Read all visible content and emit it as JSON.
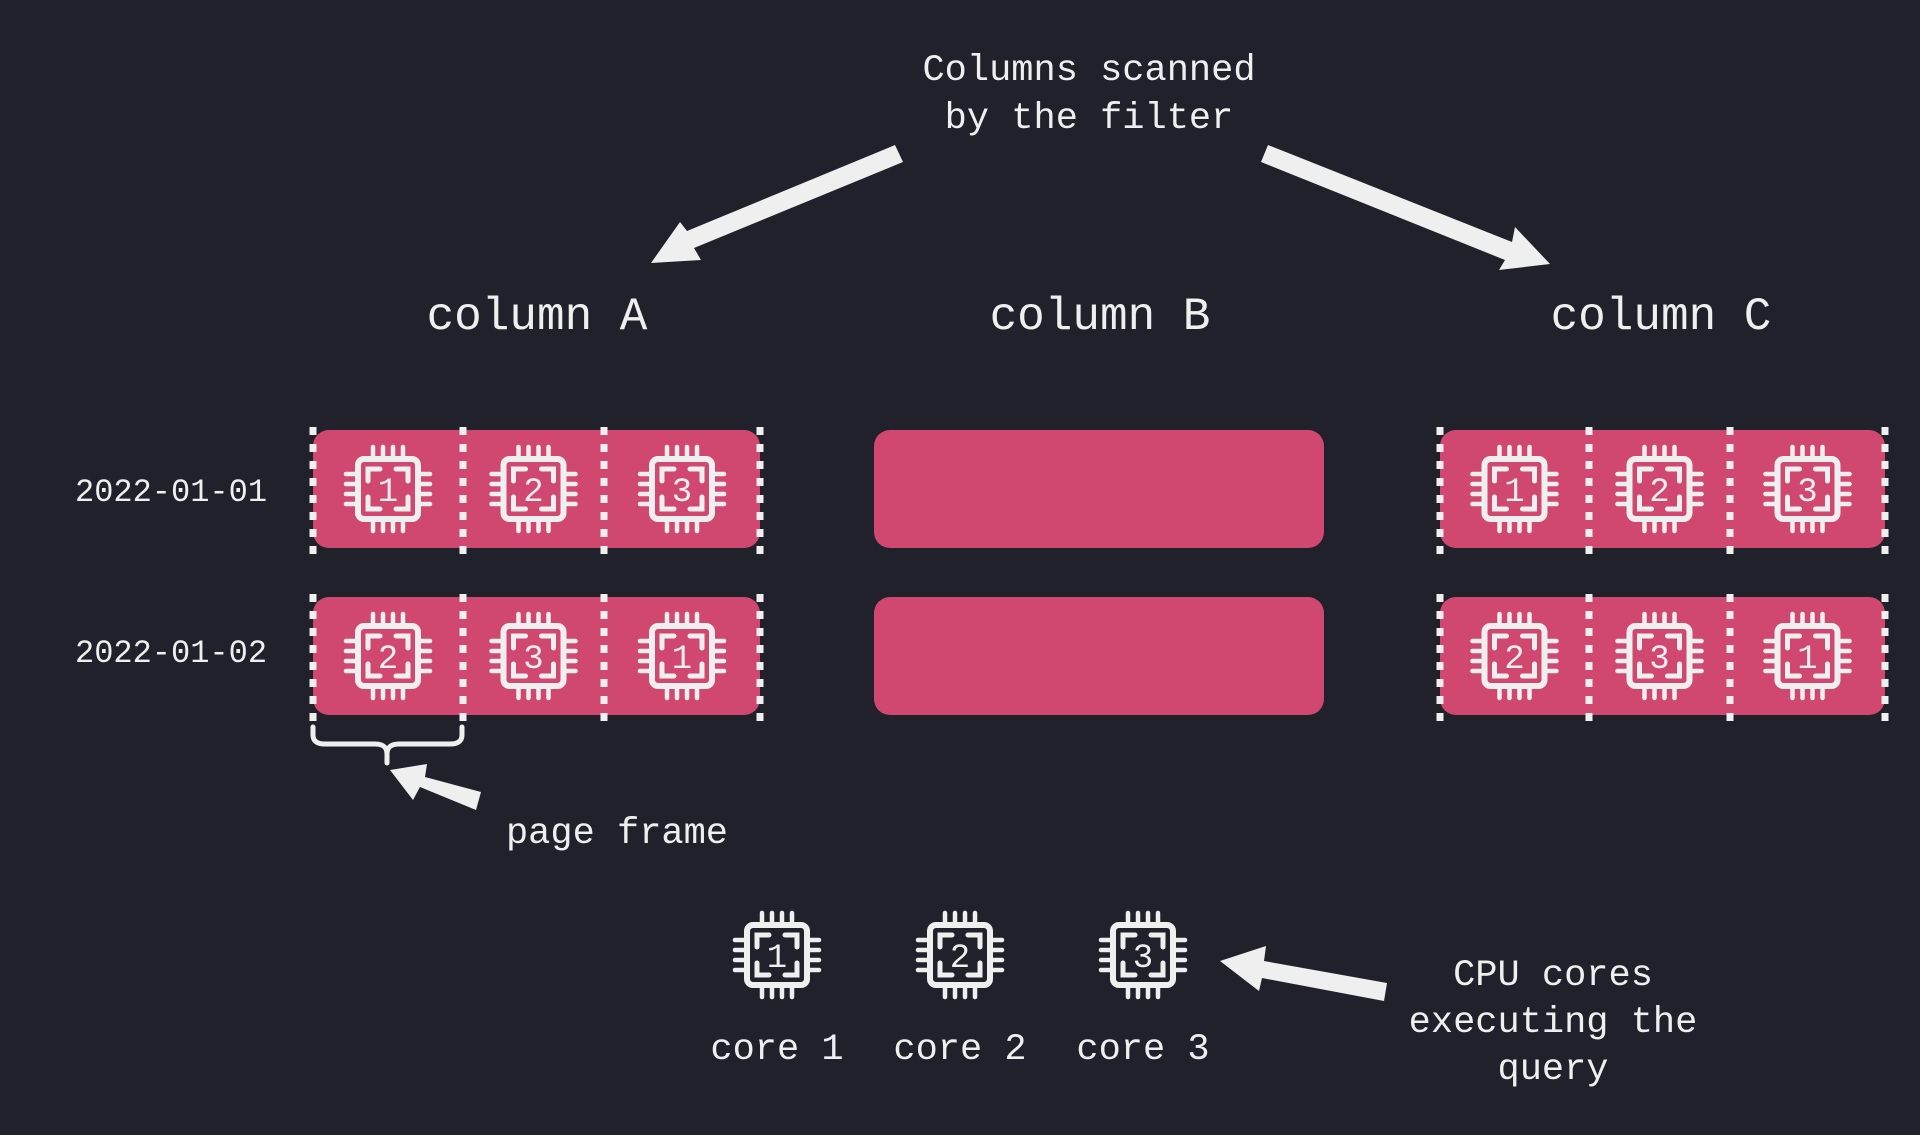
{
  "colors": {
    "background": "#21212b",
    "page_frame_fill": "#d0486f",
    "foreground": "#efefef"
  },
  "caption_top": {
    "lines": [
      "Columns scanned",
      "by the filter"
    ]
  },
  "columns": [
    {
      "label": "column A",
      "scanned": true,
      "rows": [
        {
          "cores": [
            "1",
            "2",
            "3"
          ]
        },
        {
          "cores": [
            "2",
            "3",
            "1"
          ]
        }
      ]
    },
    {
      "label": "column B",
      "scanned": false,
      "rows": [
        {
          "cores": []
        },
        {
          "cores": []
        }
      ]
    },
    {
      "label": "column C",
      "scanned": true,
      "rows": [
        {
          "cores": [
            "1",
            "2",
            "3"
          ]
        },
        {
          "cores": [
            "2",
            "3",
            "1"
          ]
        }
      ]
    }
  ],
  "partitions": [
    "2022-01-01",
    "2022-01-02"
  ],
  "page_frame_label": "page frame",
  "cpu_cores": [
    {
      "number": "1",
      "label": "core 1"
    },
    {
      "number": "2",
      "label": "core 2"
    },
    {
      "number": "3",
      "label": "core 3"
    }
  ],
  "caption_cores": {
    "lines": [
      "CPU cores",
      "executing the",
      "query"
    ]
  },
  "icons": {
    "chip": "cpu-chip-icon",
    "arrow": "arrow-icon",
    "brace": "curly-brace-icon"
  }
}
